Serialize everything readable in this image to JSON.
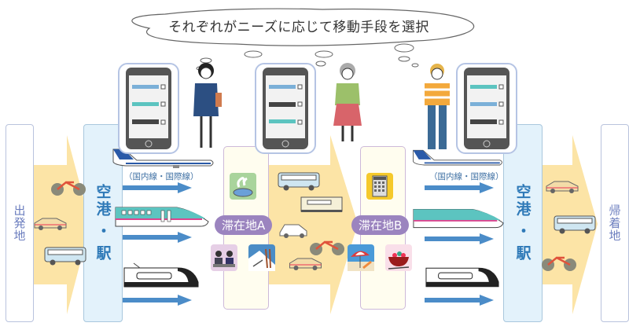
{
  "thought": {
    "text": "それぞれがニーズに応じて移動手段を選択"
  },
  "endpoints": {
    "departure": "出発地",
    "return": "帰着地"
  },
  "hubs": {
    "left": {
      "line1": "空港",
      "dot": "・",
      "line2": "駅"
    },
    "right": {
      "line1": "空港",
      "dot": "・",
      "line2": "駅"
    }
  },
  "stays": {
    "a": {
      "label": "滞在地A",
      "icons": [
        "hot-spring",
        "meeting",
        "ski"
      ]
    },
    "b": {
      "label": "滞在地B",
      "icons": [
        "hotel",
        "beach",
        "rice-bowl"
      ]
    }
  },
  "routes": {
    "left_label": "（国内線・国際線）",
    "right_label": "（国内線・国際線）"
  },
  "people": [
    {
      "name": "business-woman",
      "phone_options": [
        "airplane",
        "shinkansen",
        "limited-express"
      ]
    },
    {
      "name": "elderly-woman",
      "phone_options": [
        "airplane",
        "limited-express",
        "shinkansen"
      ]
    },
    {
      "name": "young-man",
      "phone_options": [
        "shinkansen",
        "airplane",
        "limited-express"
      ]
    }
  ],
  "colors": {
    "hub_text": "#2f7ab8",
    "endpoint_text": "#6d7fbf",
    "stay_badge": "#9b84bf",
    "yellow_arrow": "#fce4a6",
    "blue_arrow": "#4b8cc8"
  }
}
